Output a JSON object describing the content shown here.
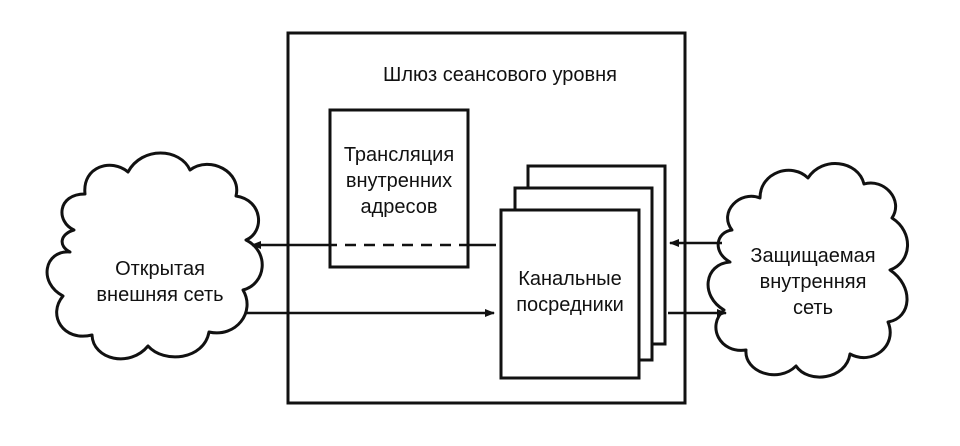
{
  "gateway": {
    "title": "Шлюз сеансового уровня"
  },
  "translation": {
    "line1": "Трансляция",
    "line2": "внутренних",
    "line3": "адресов"
  },
  "proxies": {
    "line1": "Канальные",
    "line2": "посредники"
  },
  "external": {
    "line1": "Открытая",
    "line2": "внешняя сеть"
  },
  "internal": {
    "line1": "Защищаемая",
    "line2": "внутренняя",
    "line3": "сеть"
  },
  "colors": {
    "stroke": "#111111",
    "background": "#ffffff"
  }
}
